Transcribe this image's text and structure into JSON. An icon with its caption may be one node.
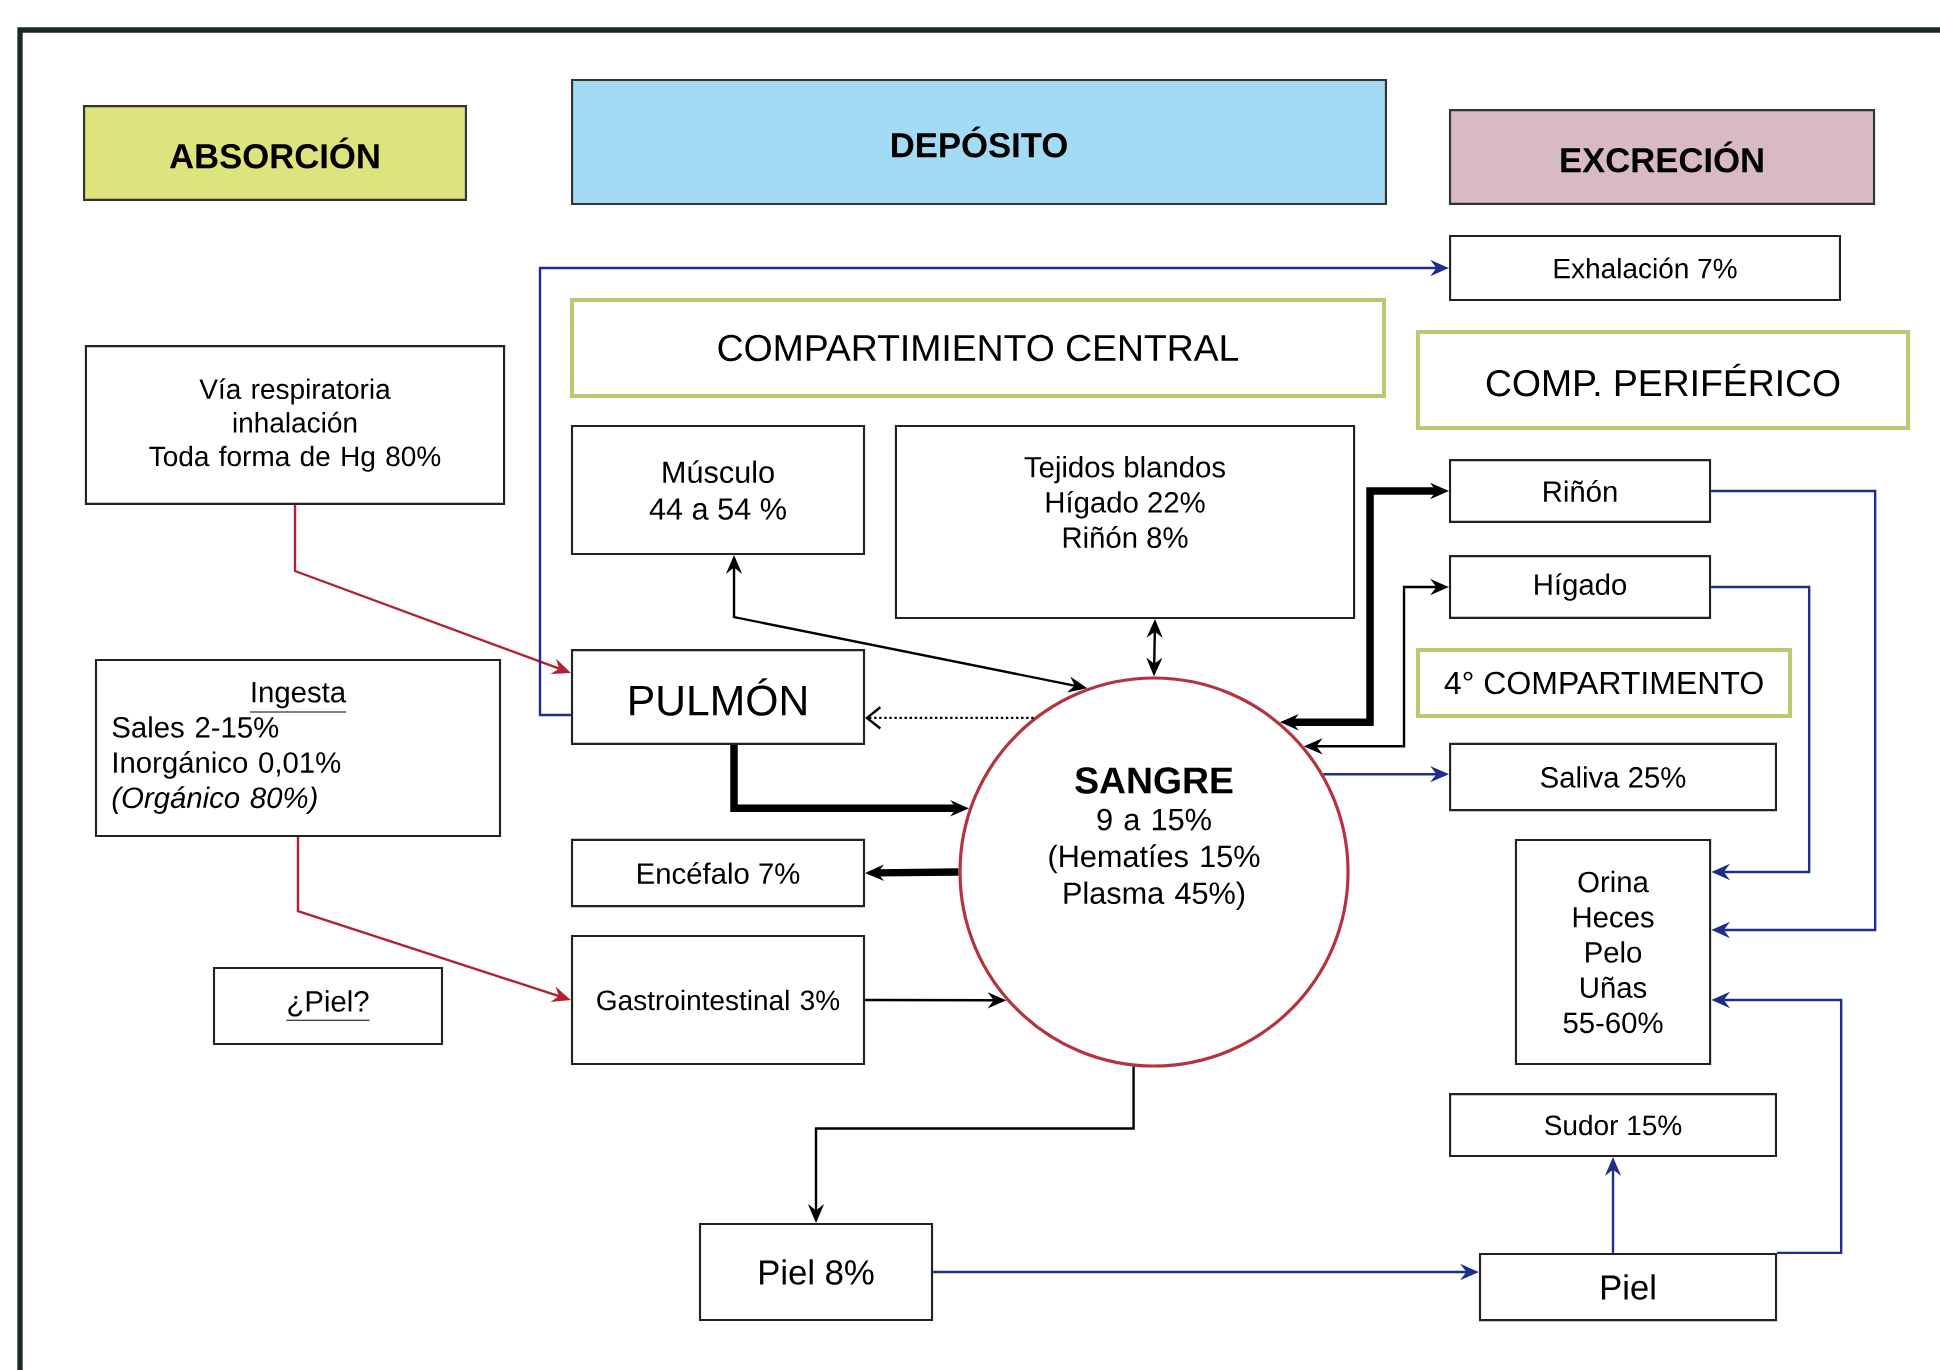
{
  "diagram": {
    "nodes": [
      {
        "text": [
          "ABSORCIÓN"
        ]
      },
      {
        "text": [
          "DEPÓSITO"
        ]
      },
      {
        "text": [
          "EXCRECIÓN"
        ]
      },
      {
        "text": [
          "Exhalación  7%"
        ]
      },
      {
        "text": [
          "COMPARTIMIENTO CENTRAL"
        ]
      },
      {
        "text": [
          "COMP. PERIFÉRICO"
        ]
      },
      {
        "text": [
          "Vía respiratoria inhalación",
          "Toda forma de Hg 80%"
        ]
      },
      {
        "text": [
          "Músculo",
          "44 a 54 %"
        ]
      },
      {
        "text": [
          "Tejidos blandos",
          "Hígado 22%",
          "Riñón 8%"
        ]
      },
      {
        "text": [
          "Riñón"
        ]
      },
      {
        "text": [
          "Hígado"
        ]
      },
      {
        "text": [
          "Ingesta",
          "Sales 2-15%",
          "Inorgánico 0,01%",
          "(Orgánico 80%)"
        ]
      },
      {
        "text": [
          "PULMÓN"
        ]
      },
      {
        "text": [
          "4° COMPARTIMENTO"
        ]
      },
      {
        "text": [
          "SANGRE",
          "9 a 15%",
          "(Hematíes 15% Plasma 45%)"
        ]
      },
      {
        "text": [
          "Saliva  25%"
        ]
      },
      {
        "text": [
          "Encéfalo  7%"
        ]
      },
      {
        "text": [
          "Orina Heces Pelo Uñas 55-60%"
        ]
      },
      {
        "text": [
          "Gastrointestinal 3%"
        ]
      },
      {
        "text": [
          "¿Piel?"
        ]
      },
      {
        "text": [
          "Sudor  15%"
        ]
      },
      {
        "text": [
          "Piel 8%"
        ]
      },
      {
        "text": [
          "Piel"
        ]
      }
    ],
    "edges": [
      {
        "from": 6,
        "to": 12,
        "arrow": "to",
        "color": "#b3202f"
      },
      {
        "from": 11,
        "to": 18,
        "arrow": "to",
        "color": "#b3202f"
      },
      {
        "from": 12,
        "to": 3,
        "arrow": "to",
        "color": "#1f2e8c"
      },
      {
        "from": 7,
        "to": 14,
        "arrow": "both"
      },
      {
        "from": 8,
        "to": 14,
        "arrow": "both"
      },
      {
        "from": 14,
        "to": 12,
        "arrow": "to",
        "style": "dashed"
      },
      {
        "from": 12,
        "to": 14,
        "arrow": "to",
        "style": "thick"
      },
      {
        "from": 14,
        "to": 16,
        "arrow": "to",
        "style": "thick"
      },
      {
        "from": 18,
        "to": 14,
        "arrow": "to"
      },
      {
        "from": 14,
        "to": 21,
        "arrow": "to"
      },
      {
        "from": 21,
        "to": 22,
        "arrow": "to",
        "color": "#1f2e8c"
      },
      {
        "from": 22,
        "to": 20,
        "arrow": "to",
        "color": "#1f2e8c"
      },
      {
        "from": 22,
        "to": 17,
        "arrow": "to",
        "color": "#1f2e8c"
      },
      {
        "from": 9,
        "to": 17,
        "arrow": "to",
        "color": "#1f2e8c"
      },
      {
        "from": 10,
        "to": 17,
        "arrow": "to",
        "color": "#1f2e8c"
      },
      {
        "from": 14,
        "to": 9,
        "arrow": "both",
        "style": "thick"
      },
      {
        "from": 14,
        "to": 10,
        "arrow": "both"
      },
      {
        "from": 14,
        "to": 15,
        "arrow": "to",
        "color": "#1f2e8c"
      }
    ]
  }
}
